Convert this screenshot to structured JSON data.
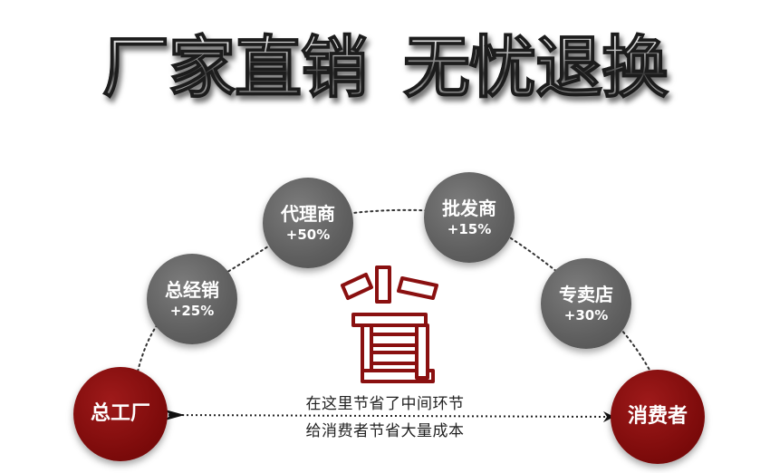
{
  "banner": {
    "left": "厂家直销",
    "right": "无忧退换"
  },
  "nodes": {
    "factory": {
      "name": "总工厂"
    },
    "distributor": {
      "name": "总经销",
      "markup": "+25%"
    },
    "agent": {
      "name": "代理商",
      "markup": "+50%"
    },
    "wholesaler": {
      "name": "批发商",
      "markup": "+15%"
    },
    "store": {
      "name": "专卖店",
      "markup": "+30%"
    },
    "consumer": {
      "name": "消费者"
    }
  },
  "center": {
    "glyph": "省",
    "caption_line1": "在这里节省了中间环节",
    "caption_line2": "给消费者节省大量成本"
  },
  "colors": {
    "gray_node": "#5f5f5f",
    "red_node": "#7d0b0b",
    "glyph_outline": "#8a1010"
  }
}
